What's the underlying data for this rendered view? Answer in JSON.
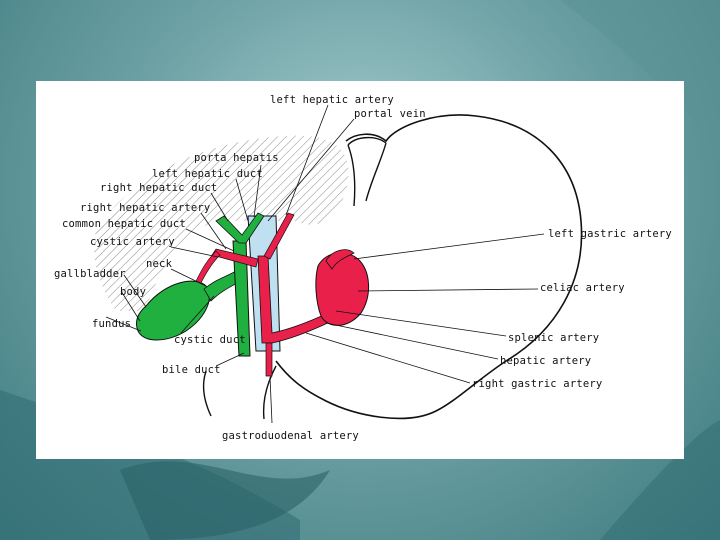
{
  "diagram": {
    "labels": {
      "left_hepatic_artery": "left hepatic artery",
      "portal_vein": "portal vein",
      "porta_hepatis": "porta hepatis",
      "left_hepatic_duct": "left hepatic duct",
      "right_hepatic_duct": "right hepatic duct",
      "right_hepatic_artery": "right hepatic artery",
      "common_hepatic_duct": "common hepatic duct",
      "cystic_artery": "cystic artery",
      "neck": "neck",
      "gallbladder": "gallbladder",
      "body": "body",
      "fundus": "fundus",
      "cystic_duct": "cystic duct",
      "bile_duct": "bile duct",
      "gastroduodenal_artery": "gastroduodenal artery",
      "left_gastric_artery": "left gastric artery",
      "celiac_artery": "celiac artery",
      "splenic_artery": "splenic artery",
      "hepatic_artery": "hepatic artery",
      "right_gastric_artery": "right gastric artery"
    },
    "colors": {
      "duct_green": "#20b040",
      "artery_red": "#e8204a",
      "vein_blue": "#bfe0f0",
      "outline": "#111111"
    }
  }
}
